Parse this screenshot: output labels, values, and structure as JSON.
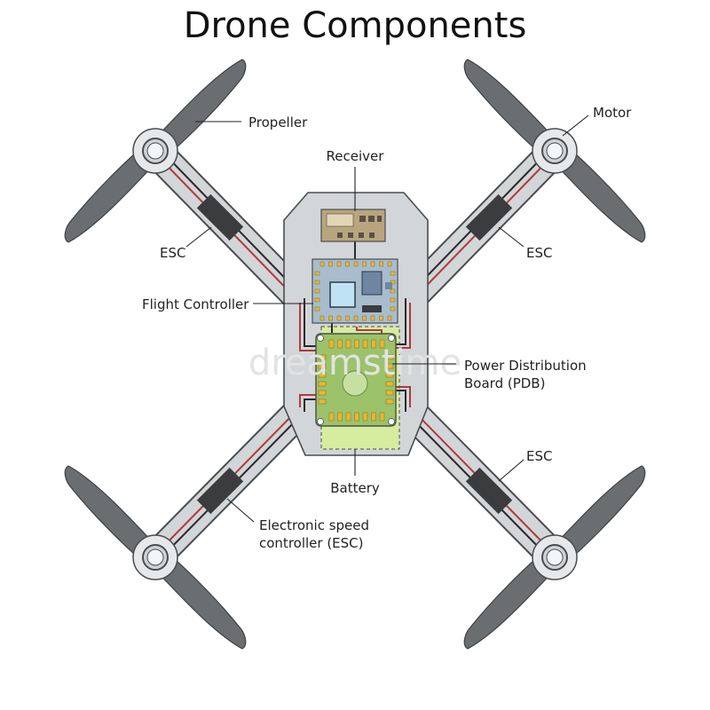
{
  "title": "Drone Components",
  "watermark": "dreamstime",
  "labels": {
    "propeller": "Propeller",
    "motor": "Motor",
    "receiver": "Receiver",
    "esc_top_left": "ESC",
    "esc_top_right": "ESC",
    "flight_controller": "Flight Controller",
    "pdb_line1": "Power Distribution",
    "pdb_line2": "Board (PDB)",
    "esc_bottom_right": "ESC",
    "battery": "Battery",
    "esc_full_line1": "Electronic speed",
    "esc_full_line2": "controller (ESC)"
  },
  "colors": {
    "frame": "#d2d6d9",
    "frame_edge": "#4a4d50",
    "blade": "#6b6e71",
    "esc": "#3a3c3e",
    "wire_red": "#b23a3a",
    "wire_black": "#2a2a2a",
    "pcb_blue": "#a9bccd",
    "pdb_green": "#9cc26a",
    "battery_green": "#d6ec9e",
    "pad_gold": "#e3b83a",
    "receiver_tan": "#b8a57e"
  }
}
